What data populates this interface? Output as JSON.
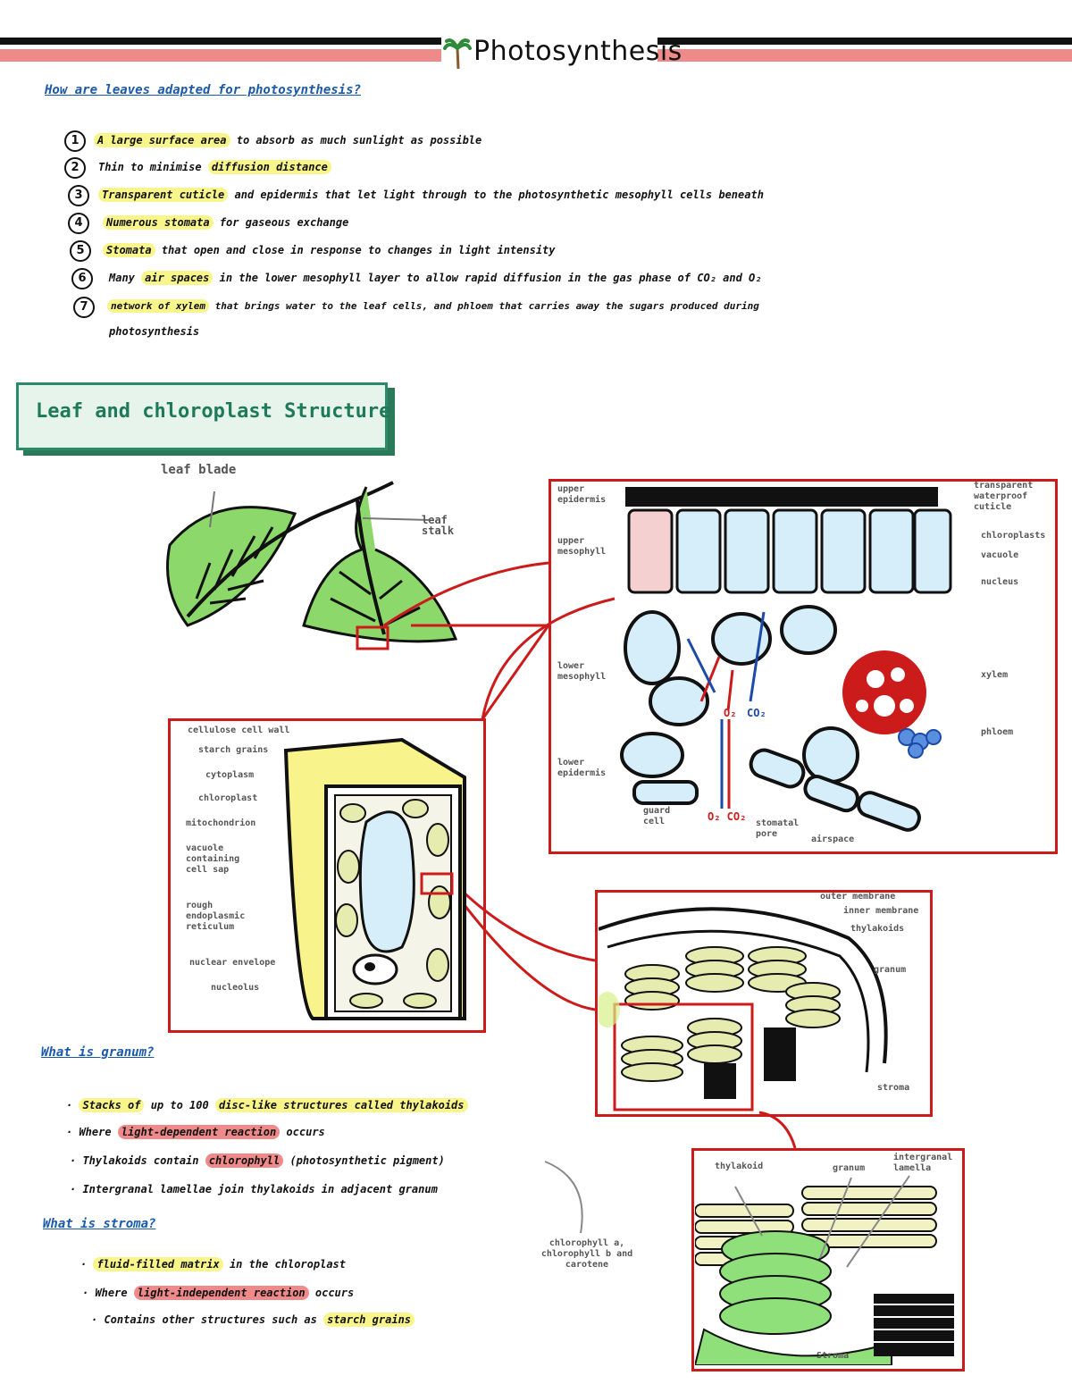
{
  "header": {
    "title": "Photosynthesis",
    "colors": {
      "bar_black": "#111111",
      "bar_pink": "#ef8a8a"
    },
    "icon": "palm-tree-icon"
  },
  "adaptations": {
    "heading": "How are leaves adapted for photosynthesis?",
    "items": [
      {
        "num": "1",
        "highlight": "A large surface area",
        "rest": " to absorb as much sunlight as possible"
      },
      {
        "num": "2",
        "pre": "Thin to minimise ",
        "highlight": "diffusion distance",
        "rest": ""
      },
      {
        "num": "3",
        "highlight": "Transparent cuticle",
        "rest": " and epidermis that let light through to the photosynthetic mesophyll cells beneath"
      },
      {
        "num": "4",
        "highlight": "Numerous stomata",
        "rest": " for gaseous exchange"
      },
      {
        "num": "5",
        "highlight": "Stomata",
        "rest": " that open and close in response to changes in light intensity"
      },
      {
        "num": "6",
        "pre": "Many ",
        "highlight": "air spaces",
        "rest": " in the lower mesophyll layer to allow rapid diffusion in the gas phase of CO₂ and O₂"
      },
      {
        "num": "7",
        "highlight": "network of xylem",
        "rest": " that brings water to the leaf cells, and phloem that carries away the sugars produced during",
        "cont": "photosynthesis"
      }
    ]
  },
  "section": {
    "title": "Leaf and chloroplast Structure"
  },
  "leaf_labels": {
    "blade": "leaf blade",
    "stalk": "leaf stalk"
  },
  "cross_section_labels": {
    "upper_epidermis": "upper epidermis",
    "upper_mesophyll": "upper mesophyll",
    "lower_mesophyll": "lower mesophyll",
    "lower_epidermis": "lower epidermis",
    "guard_cell": "guard cell",
    "stomatal_pore": "stomatal pore",
    "airspace": "airspace",
    "cuticle": "transparent waterproof cuticle",
    "chloroplasts": "chloroplasts",
    "vacuole": "vacuole",
    "nucleus": "nucleus",
    "xylem": "xylem",
    "phloem": "phloem",
    "o2": "O₂",
    "co2": "CO₂",
    "o2co2": "O₂ CO₂"
  },
  "cell_labels": {
    "cell_wall": "cellulose cell wall",
    "starch": "starch grains",
    "cytoplasm": "cytoplasm",
    "chloroplast": "chloroplast",
    "mitochondrion": "mitochondrion",
    "vacuole": "vacuole containing cell sap",
    "er": "rough endoplasmic reticulum",
    "nuclear": "nuclear envelope",
    "nucleolus": "nucleolus"
  },
  "chloroplast_labels": {
    "outer": "outer membrane",
    "inner": "inner membrane",
    "thylakoids": "thylakoids",
    "granum": "granum",
    "stroma": "stroma"
  },
  "granum_labels": {
    "thylakoid": "thylakoid",
    "granum": "granum",
    "lamella": "intergranal lamella",
    "stroma": "Stroma"
  },
  "granum_section": {
    "heading": "What is granum?",
    "bullets": [
      {
        "highlight": "Stacks of",
        "rest": " up to 100 ",
        "hl2": "disc-like structures called thylakoids",
        "end": ""
      },
      {
        "pre": "Where ",
        "pink": "light-dependent reaction",
        "rest": " occurs"
      },
      {
        "pre": "Thylakoids contain ",
        "pink": "chlorophyll",
        "rest": " (photosynthetic pigment)"
      },
      {
        "pre": "Intergranal lamellae join thylakoids in adjacent granum"
      }
    ]
  },
  "stroma_section": {
    "heading": "What is stroma?",
    "bullets": [
      {
        "highlight": "fluid-filled matrix",
        "rest": " in the chloroplast"
      },
      {
        "pre": "Where ",
        "pink": "light-independent reaction",
        "rest": " occurs"
      },
      {
        "pre": "Contains other structures such as ",
        "highlight": "starch grains"
      }
    ],
    "note": "chlorophyll a, chlorophyll b and carotene"
  }
}
